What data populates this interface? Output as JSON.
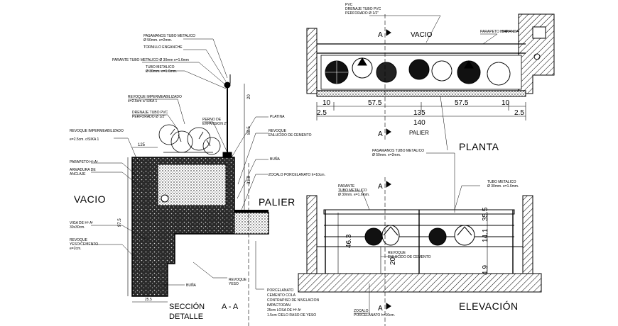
{
  "section": {
    "title_line1": "SECCIÓN",
    "title_line2": "DETALLE",
    "cut": "A - A",
    "vacio": "VACIO",
    "palier": "PALIER",
    "notes": {
      "pasamanos": "PASAMANOS TUBO METALICO",
      "pasamanos_dim": "Ø 50mm. e=2mm.",
      "tornillo": "TORNILLO ENGANCHE",
      "parante": "PARANTE TUBO METALICO Ø 30mm e=1.6mm",
      "tubo": "TUBO METALICO",
      "tubo_dim": "Ø 30mm. e=1.6mm.",
      "revoque_imp": "REVOQUE IMPERMEABILIZADO",
      "revoque_imp_dim": "e=2.5cm c/ SIKA 1",
      "drenaje": "DRENAJE TUBO PVC",
      "drenaje_dim": "PERFORADO Ø 1/2\"",
      "perno": "PERNO DE",
      "perno2": "EXPANSION 2\"",
      "platina": "PLATINA",
      "revoque": "REVOQUE",
      "enlucido": "ENLUCIDO DE CEMENTO",
      "buna": "BUÑA",
      "zocalo": "ZOCALO PORCELANATO h=10cm.",
      "revoque_left": "REVOQUE IMPERMEABILIZADO",
      "revoque_left_dim": "e=2.5cm. c/SIKA 1",
      "parapeto": "PARAPETO Hº Aº",
      "armadura": "ARMADURA DE",
      "anclaje": "ANCLAJE",
      "viga": "VIGA DE Hº Aº",
      "viga_dim": "30x30cm.",
      "revoque_yeso": "REVOQUE",
      "revoque_yeso2": "YESO/CEMENTO",
      "revoque_yeso_dim": "e=2cm.",
      "revoque_bottom": "REVOQUE",
      "revoque_bottom2": "YESO",
      "buna_bottom": "BUÑA",
      "porcelanato": "PORCELANATO",
      "cemento": "CEMENTO COLA",
      "contrapiso": "CONTRAPISO DE NIVELACION",
      "impactodan": "IMPACTODAN",
      "losa": "25cm LOSA DE Hº Aº",
      "cielo": "1.5cm CIELO RASO DE YESO"
    },
    "dims": {
      "top": "125",
      "left": "97.5",
      "side1": "20",
      "side2": "88.5",
      "side3": "33.5",
      "bottom": "25.5"
    }
  },
  "plan": {
    "title": "PLANTA",
    "vacio": "VACIO",
    "palier": "PALIER",
    "cut_label": "A",
    "notes": {
      "pvc": "PVC",
      "drenaje": "DRENAJE TUBO PVC",
      "drenaje_dim": "PERFORADO Ø 1/2\"",
      "parapeto": "PARAPETO Hº Aº",
      "baranda": "BARANDA",
      "pasamanos": "PASAMANOS TUBO METALICO",
      "pasamanos_dim": "Ø 50mm. e=2mm."
    },
    "dims": {
      "d10a": "10",
      "d575a": "57.5",
      "d575b": "57.5",
      "d10b": "10",
      "d25a": "2.5",
      "d25b": "2.5",
      "d135": "135",
      "d140": "140"
    }
  },
  "elevation": {
    "title": "ELEVACIÓN",
    "cut_label": "A",
    "notes": {
      "parante": "PARANTE",
      "parante2": "TUBO METALICO",
      "parante_dim": "Ø 30mm. e=1.6mm.",
      "tubo": "TUBO METALICO",
      "tubo_dim": "Ø 30mm. e=1.6mm.",
      "revoque": "REVOQUE",
      "enlucido": "ENLUCIDO DE CEMENTO",
      "zocalo": "ZOCALO",
      "zocalo2": "PORCELANATO h=10cm."
    },
    "dims": {
      "h463": "46.3",
      "h141": "14.1",
      "h49": "4.9",
      "h20": "20",
      "h355": "35.5"
    }
  },
  "colors": {
    "ink": "#000000",
    "fill_dark": "#1a1a1a",
    "paper": "#ffffff"
  }
}
